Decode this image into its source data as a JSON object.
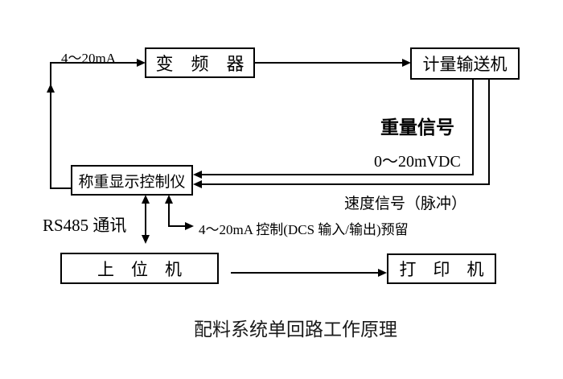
{
  "diagram": {
    "caption": "配料系统单回路工作原理",
    "boxes": {
      "inverter": "变　频　器",
      "conveyor": "计量输送机",
      "controller": "称重显示控制仪",
      "host": "上　位　机",
      "printer": "打　印　机"
    },
    "labels": {
      "loop_current": "4～20mA",
      "weight_signal": "重量信号",
      "weight_range": "0～20mVDC",
      "speed_signal": "速度信号（脉冲）",
      "rs485": "RS485 通讯",
      "dcs_reserved": "4～20mA 控制(DCS 输入/输出)预留"
    },
    "colors": {
      "line": "#000000",
      "text": "#000000",
      "background": "#ffffff"
    }
  }
}
